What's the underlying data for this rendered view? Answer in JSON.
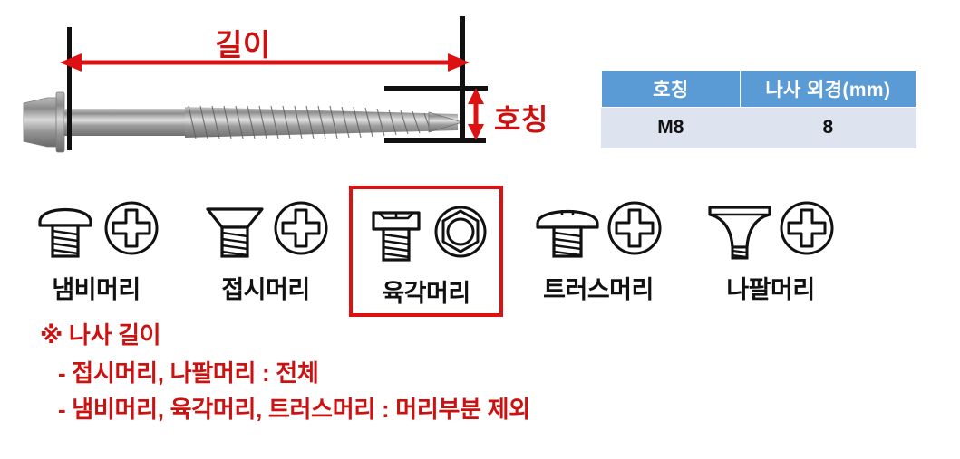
{
  "diagram": {
    "length_label": "길이",
    "nominal_label": "호칭",
    "photo_alt": "hex-flange-head-wood-screw"
  },
  "spec_table": {
    "headers": [
      "호칭",
      "나사 외경(mm)"
    ],
    "rows": [
      [
        "M8",
        "8"
      ]
    ],
    "header_bg": "#5B9BD5",
    "header_text": "#FFFFFF",
    "row_bg": "#DDE3EF"
  },
  "head_types": {
    "highlight_color": "#DD1111",
    "items": [
      {
        "label": "냄비머리",
        "icon": "pan-head-screw-icon",
        "drive": "phillips-cross-recess-icon",
        "selected": false
      },
      {
        "label": "접시머리",
        "icon": "countersunk-flat-head-screw-icon",
        "drive": "phillips-cross-recess-icon",
        "selected": false
      },
      {
        "label": "육각머리",
        "icon": "hex-head-screw-icon",
        "drive": "hex-socket-icon",
        "selected": true
      },
      {
        "label": "트러스머리",
        "icon": "truss-head-screw-icon",
        "drive": "phillips-cross-recess-icon",
        "selected": false
      },
      {
        "label": "나팔머리",
        "icon": "bugle-head-screw-icon",
        "drive": "phillips-cross-recess-icon",
        "selected": false
      }
    ]
  },
  "notes": {
    "color": "#CC1111",
    "title": "※ 나사 길이",
    "lines": [
      "- 접시머리, 나팔머리 : 전체",
      "- 냄비머리, 육각머리, 트러스머리 : 머리부분 제외"
    ]
  }
}
